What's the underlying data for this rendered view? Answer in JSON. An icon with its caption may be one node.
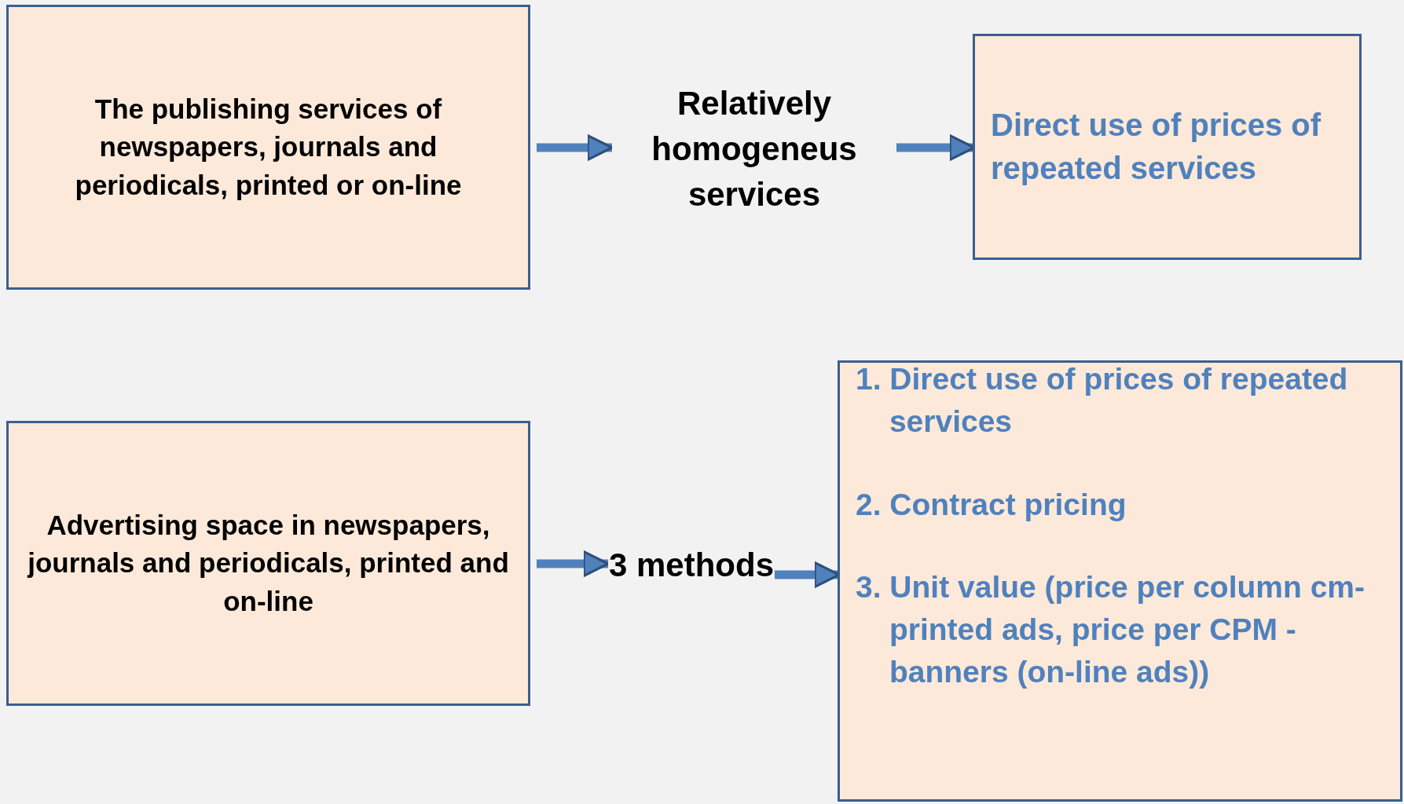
{
  "diagram": {
    "nodes": [
      {
        "text": [
          "The publishing services of newspapers, journals and periodicals, printed or on-line"
        ]
      },
      {
        "text": [
          "Relatively homogeneus services"
        ]
      },
      {
        "text": [
          "Direct use of prices of repeated services"
        ]
      },
      {
        "text": [
          "Advertising space in newspapers, journals and periodicals, printed and on-line"
        ]
      },
      {
        "text": [
          "3 methods"
        ]
      },
      {
        "text": [
          "1. Direct use of prices of repeated services",
          "2. Contract pricing",
          "3. Unit value (price per column cm- printed ads, price per CPM - banners (on-line ads))"
        ]
      }
    ],
    "edges": [
      {
        "from": 0,
        "to": 1,
        "arrow": "to"
      },
      {
        "from": 1,
        "to": 2,
        "arrow": "to"
      },
      {
        "from": 3,
        "to": 4,
        "arrow": "to"
      },
      {
        "from": 4,
        "to": 5,
        "arrow": "to"
      }
    ]
  }
}
